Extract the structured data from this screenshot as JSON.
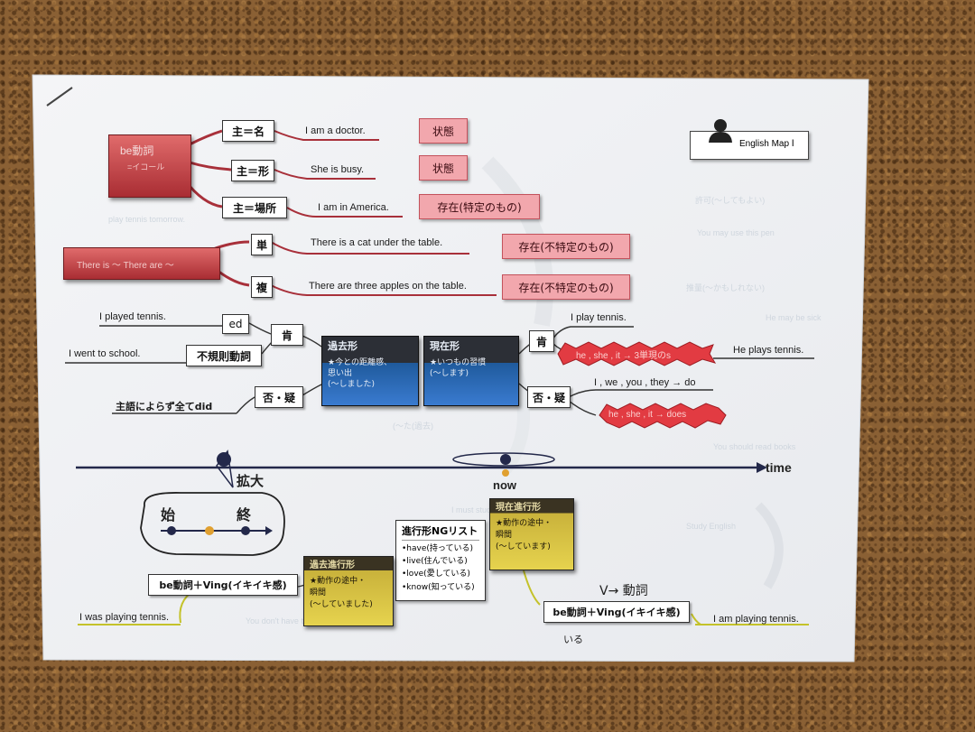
{
  "map_card": {
    "label": "English Map Ⅰ"
  },
  "be_group": {
    "box_title": "be動詞",
    "box_sub": "=イコール",
    "branches": [
      {
        "tag": "主＝名",
        "sentence": "I am a doctor.",
        "meaning": "状態"
      },
      {
        "tag": "主＝形",
        "sentence": "She is busy.",
        "meaning": "状態"
      },
      {
        "tag": "主＝場所",
        "sentence": "I am in America.",
        "meaning": "存在(特定のもの)"
      }
    ]
  },
  "there_group": {
    "box_title": "There is 〜  There are 〜",
    "branches": [
      {
        "tag": "単",
        "sentence": "There is a cat under the table.",
        "meaning": "存在(不特定のもの)"
      },
      {
        "tag": "複",
        "sentence": "There are three apples on the table.",
        "meaning": "存在(不特定のもの)"
      }
    ]
  },
  "past": {
    "ex1": "I played tennis.",
    "ex2": "I went to school.",
    "ed_tag": "ed",
    "irregular_tag": "不規則動詞",
    "affirm_tag": "肯",
    "neg_tag": "否・疑",
    "neg_note": "主語によらず全てdid",
    "box_title": "過去形",
    "box_line1": "★今との距離感、",
    "box_line2": "思い出",
    "box_line3": "(〜しました)"
  },
  "present": {
    "box_title": "現在形",
    "box_line1": "★いつもの習慣",
    "box_line2": "(〜します)",
    "affirm_tag": "肯",
    "neg_tag": "否・疑",
    "ex1": "I play tennis.",
    "third_person_note": "he , she , it → 3単現のs",
    "ex2": "He plays tennis.",
    "ex3": "I , we , you , they → do",
    "he_note": "he , she , it → does"
  },
  "timeline": {
    "expand_label": "拡大",
    "now_label": "now",
    "time_label": "time",
    "start_label": "始",
    "end_label": "終"
  },
  "progressive": {
    "ng_title": "進行形NGリスト",
    "ng_items": [
      "•have(持っている)",
      "•live(住んでいる)",
      "•love(愛している)",
      "•know(知っている)"
    ],
    "past_title": "過去進行形",
    "past_line1": "★動作の途中・",
    "past_line2": "瞬間",
    "past_line3": "(〜していました)",
    "present_title": "現在進行形",
    "present_line1": "★動作の途中・",
    "present_line2": "瞬間",
    "present_line3": "(〜しています)",
    "formula": "be動詞＋Ving(イキイキ感)",
    "ex_past": "I was playing tennis.",
    "ex_present": "I am playing tennis.",
    "hand_note": "V→ 動詞",
    "hand_small": "いる"
  }
}
